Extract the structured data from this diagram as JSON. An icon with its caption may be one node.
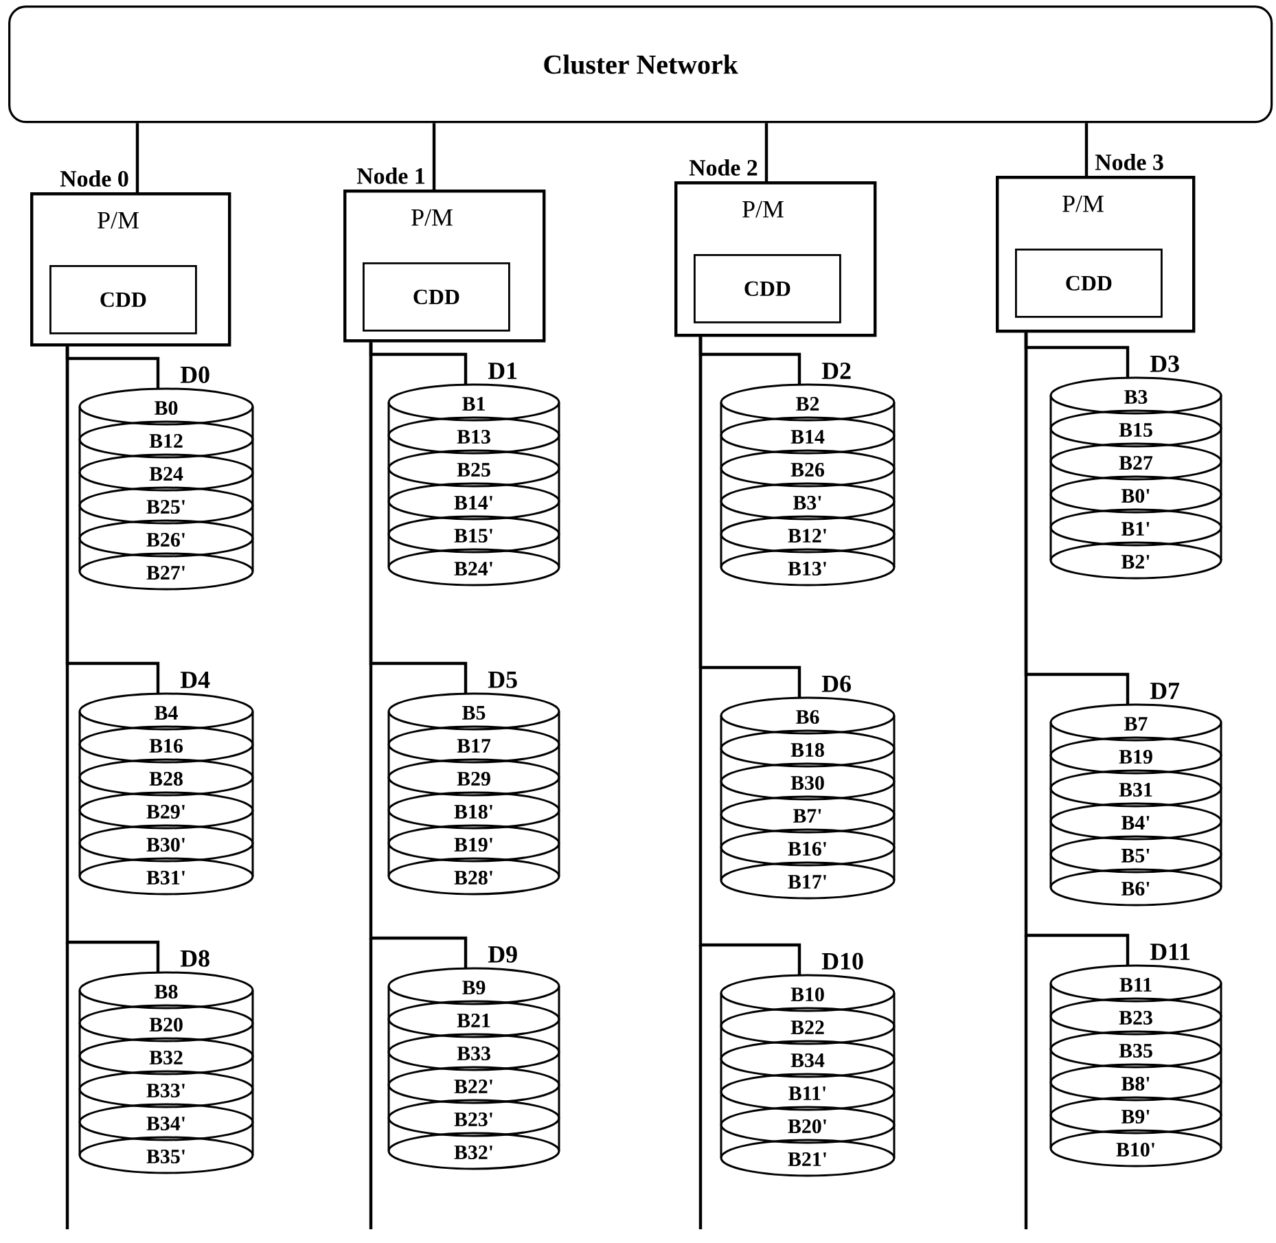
{
  "diagram": {
    "nodes": [
      {
        "text": [
          "Cluster Network"
        ]
      },
      {
        "text": [
          "P/M"
        ],
        "beside": [
          "Node 0"
        ]
      },
      {
        "text": [
          "CDD"
        ],
        "in": 1
      },
      {
        "text": [
          "P/M"
        ],
        "beside": [
          "Node 1"
        ]
      },
      {
        "text": [
          "CDD"
        ],
        "in": 3
      },
      {
        "text": [
          "P/M"
        ],
        "beside": [
          "Node 2"
        ]
      },
      {
        "text": [
          "CDD"
        ],
        "in": 5
      },
      {
        "text": [
          "P/M"
        ],
        "beside": [
          "Node 3"
        ]
      },
      {
        "text": [
          "CDD"
        ],
        "in": 7
      },
      {
        "text": [
          "B0",
          "B12",
          "B24",
          "B25'",
          "B26'",
          "B27'"
        ],
        "beside": [
          "D0"
        ]
      },
      {
        "text": [
          "B1",
          "B13",
          "B25",
          "B14'",
          "B15'",
          "B24'"
        ],
        "beside": [
          "D1"
        ]
      },
      {
        "text": [
          "B2",
          "B14",
          "B26",
          "B3'",
          "B12'",
          "B13'"
        ],
        "beside": [
          "D2"
        ]
      },
      {
        "text": [
          "B3",
          "B15",
          "B27",
          "B0'",
          "B1'",
          "B2'"
        ],
        "beside": [
          "D3"
        ]
      },
      {
        "text": [
          "B4",
          "B16",
          "B28",
          "B29'",
          "B30'",
          "B31'"
        ],
        "beside": [
          "D4"
        ]
      },
      {
        "text": [
          "B5",
          "B17",
          "B29",
          "B18'",
          "B19'",
          "B28'"
        ],
        "beside": [
          "D5"
        ]
      },
      {
        "text": [
          "B6",
          "B18",
          "B30",
          "B7'",
          "B16'",
          "B17'"
        ],
        "beside": [
          "D6"
        ]
      },
      {
        "text": [
          "B7",
          "B19",
          "B31",
          "B4'",
          "B5'",
          "B6'"
        ],
        "beside": [
          "D7"
        ]
      },
      {
        "text": [
          "B8",
          "B20",
          "B32",
          "B33'",
          "B34'",
          "B35'"
        ],
        "beside": [
          "D8"
        ]
      },
      {
        "text": [
          "B9",
          "B21",
          "B33",
          "B22'",
          "B23'",
          "B32'"
        ],
        "beside": [
          "D9"
        ]
      },
      {
        "text": [
          "B10",
          "B22",
          "B34",
          "B11'",
          "B20'",
          "B21'"
        ],
        "beside": [
          "D10"
        ]
      },
      {
        "text": [
          "B11",
          "B23",
          "B35",
          "B8'",
          "B9'",
          "B10'"
        ],
        "beside": [
          "D11"
        ]
      }
    ],
    "edges": [
      {
        "from": 0,
        "to": 1,
        "arrow": "none"
      },
      {
        "from": 0,
        "to": 3,
        "arrow": "none"
      },
      {
        "from": 0,
        "to": 5,
        "arrow": "none"
      },
      {
        "from": 0,
        "to": 7,
        "arrow": "none"
      },
      {
        "from": 1,
        "to": 9,
        "arrow": "none"
      },
      {
        "from": 1,
        "to": 13,
        "arrow": "none"
      },
      {
        "from": 1,
        "to": 17,
        "arrow": "none"
      },
      {
        "from": 3,
        "to": 10,
        "arrow": "none"
      },
      {
        "from": 3,
        "to": 14,
        "arrow": "none"
      },
      {
        "from": 3,
        "to": 18,
        "arrow": "none"
      },
      {
        "from": 5,
        "to": 11,
        "arrow": "none"
      },
      {
        "from": 5,
        "to": 15,
        "arrow": "none"
      },
      {
        "from": 5,
        "to": 19,
        "arrow": "none"
      },
      {
        "from": 7,
        "to": 12,
        "arrow": "none"
      },
      {
        "from": 7,
        "to": 16,
        "arrow": "none"
      },
      {
        "from": 7,
        "to": 20,
        "arrow": "none"
      }
    ]
  }
}
